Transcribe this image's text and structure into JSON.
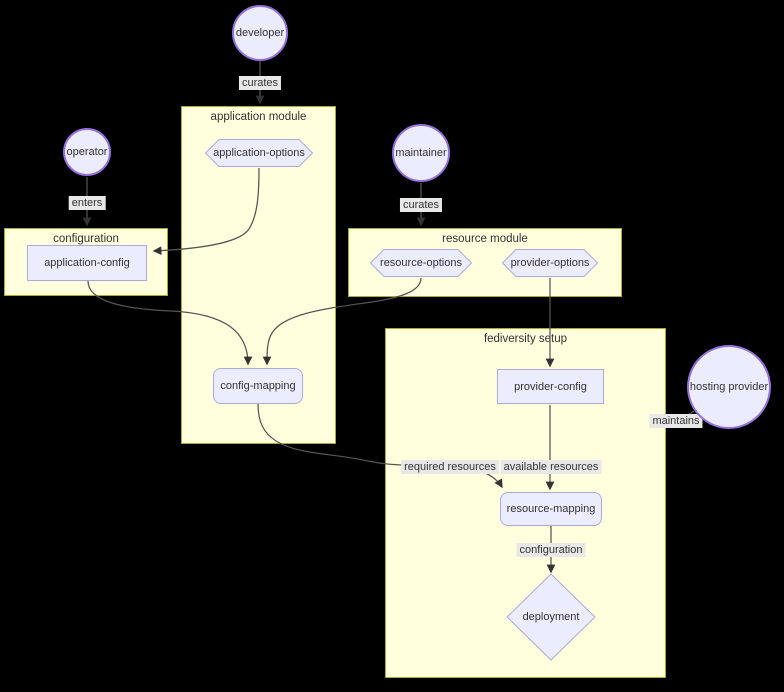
{
  "diagram_type": "flowchart",
  "clusters": {
    "application_module": {
      "title": "application module"
    },
    "configuration": {
      "title": "configuration"
    },
    "resource_module": {
      "title": "resource module"
    },
    "fediversity_setup": {
      "title": "fediversity setup"
    }
  },
  "actors": {
    "developer": {
      "label": "developer"
    },
    "operator": {
      "label": "operator"
    },
    "maintainer": {
      "label": "maintainer"
    },
    "hosting_provider": {
      "label": "hosting provider"
    }
  },
  "nodes": {
    "application_options": {
      "label": "application-options",
      "shape": "hexagon"
    },
    "resource_options": {
      "label": "resource-options",
      "shape": "hexagon"
    },
    "provider_options": {
      "label": "provider-options",
      "shape": "hexagon"
    },
    "application_config": {
      "label": "application-config",
      "shape": "rect"
    },
    "provider_config": {
      "label": "provider-config",
      "shape": "rect"
    },
    "config_mapping": {
      "label": "config-mapping",
      "shape": "rounded-rect"
    },
    "resource_mapping": {
      "label": "resource-mapping",
      "shape": "rounded-rect"
    },
    "deployment": {
      "label": "deployment",
      "shape": "diamond"
    }
  },
  "edge_labels": {
    "developer_curates": "curates",
    "operator_enters": "enters",
    "maintainer_curates": "curates",
    "required_resources": "required resources",
    "available_resources": "available resources",
    "configuration": "configuration",
    "maintains": "maintains"
  },
  "colors": {
    "background": "#000000",
    "cluster_fill": "#ffffde",
    "cluster_border": "#abab34",
    "node_fill": "#ececff",
    "node_border": "#aaaadd",
    "actor_border": "#9370db",
    "edge_line": "#555555",
    "arrowhead": "#333333",
    "edge_label_bg": "#e8e8e8",
    "text": "#333333"
  }
}
